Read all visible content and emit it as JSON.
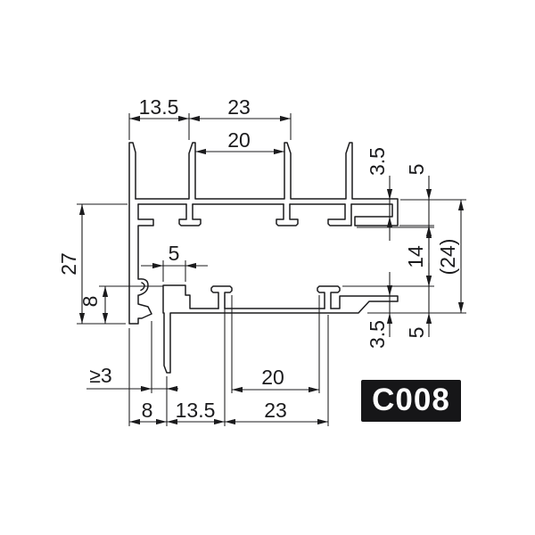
{
  "drawing": {
    "part_number": "C008",
    "type": "extrusion-profile-cross-section",
    "dims": {
      "top_13_5": "13.5",
      "top_23": "23",
      "top_20": "20",
      "mid_5": "5",
      "left_27": "27",
      "left_8": "8",
      "right_3_5_top": "3.5",
      "right_5_top": "5",
      "right_14": "14",
      "right_24": "(24)",
      "right_3_5_bottom": "3.5",
      "right_5_bottom": "5",
      "bottom_ge3": "≥3",
      "bottom_8": "8",
      "bottom_13_5": "13.5",
      "bottom_23": "23",
      "bottom_20": "20"
    },
    "colors": {
      "line": "#1b1b1d",
      "text": "#1b1b1d",
      "badge_bg": "#161618",
      "badge_text": "#ffffff",
      "background": "#ffffff"
    }
  }
}
